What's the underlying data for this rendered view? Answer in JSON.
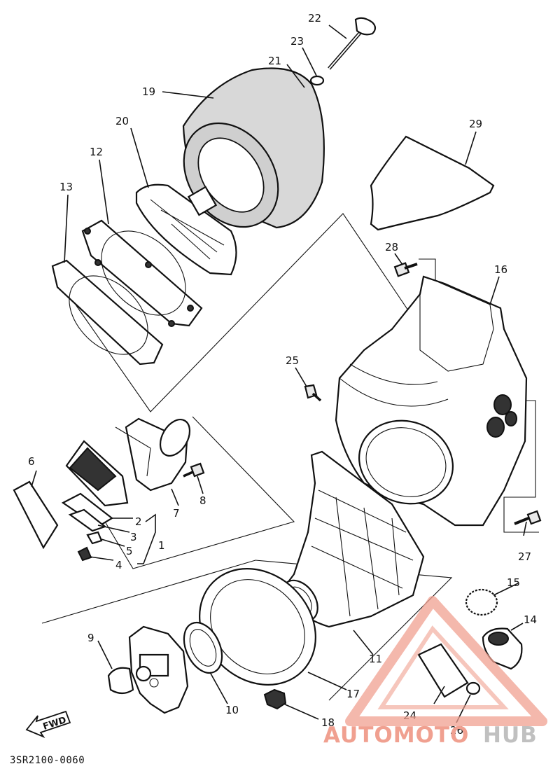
{
  "diagram": {
    "reference_code": "3SR2100-0060",
    "direction_label": "FWD",
    "part_numbers": [
      "1",
      "2",
      "3",
      "4",
      "5",
      "6",
      "7",
      "8",
      "9",
      "10",
      "11",
      "12",
      "13",
      "14",
      "15",
      "16",
      "17",
      "18",
      "19",
      "20",
      "21",
      "22",
      "23",
      "24",
      "25",
      "26",
      "27",
      "28",
      "29"
    ]
  },
  "watermark": {
    "brand_part1": "AUTOMOTO",
    "brand_part2": "HUB",
    "color_primary": "#f0a090",
    "color_secondary": "#c8c8c8"
  }
}
